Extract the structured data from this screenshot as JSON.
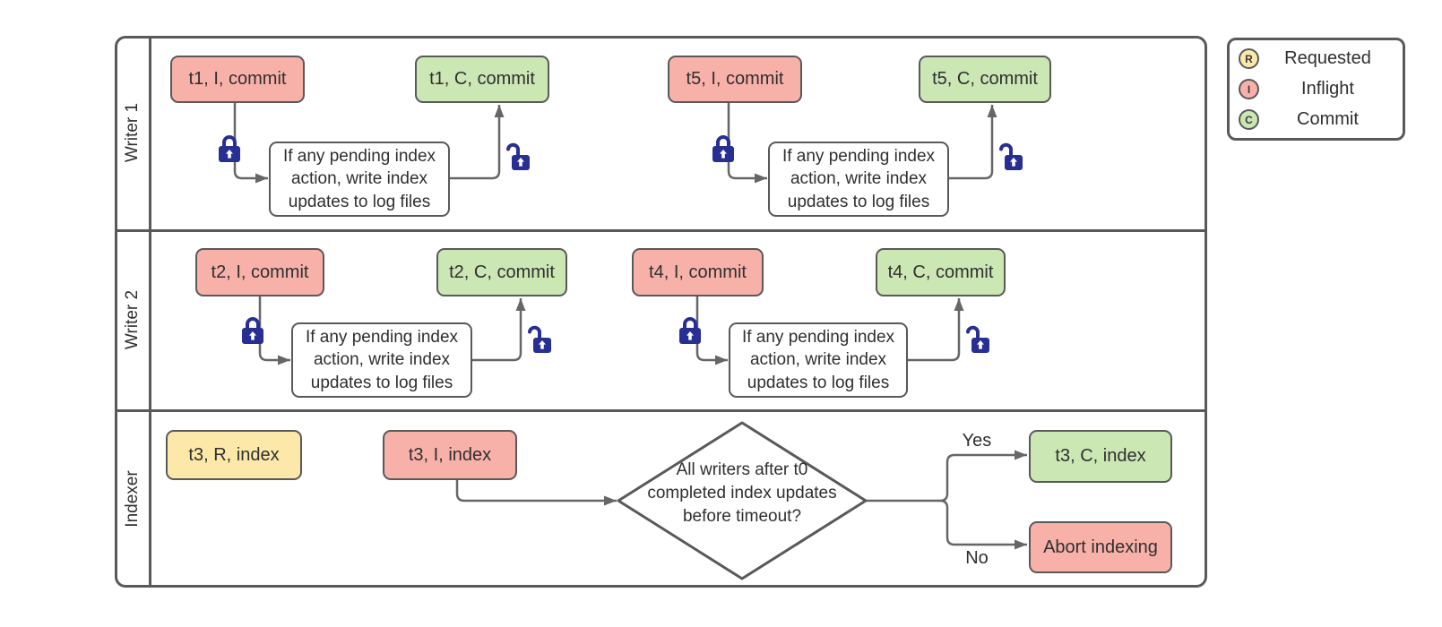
{
  "lanes": [
    {
      "label": "Writer 1"
    },
    {
      "label": "Writer 2"
    },
    {
      "label": "Indexer"
    }
  ],
  "process_note_lines": [
    "If any pending index",
    "action, write index",
    "updates to log files"
  ],
  "nodes": {
    "t1_inflight": "t1, I, commit",
    "t1_commit": "t1, C, commit",
    "t5_inflight": "t5, I, commit",
    "t5_commit": "t5, C, commit",
    "t2_inflight": "t2, I, commit",
    "t2_commit": "t2, C, commit",
    "t4_inflight": "t4, I, commit",
    "t4_commit": "t4, C, commit",
    "t3_requested": "t3, R, index",
    "t3_inflight": "t3, I, index",
    "t3_commit": "t3, C, index",
    "abort": "Abort indexing"
  },
  "decision": {
    "text_lines": [
      "All writers after t0",
      "completed index updates",
      "before timeout?"
    ],
    "yes": "Yes",
    "no": "No"
  },
  "legend": {
    "items": [
      {
        "badge": "R",
        "label": "Requested",
        "color": "#fce9a9"
      },
      {
        "badge": "I",
        "label": "Inflight",
        "color": "#f8b1a9"
      },
      {
        "badge": "C",
        "label": "Commit",
        "color": "#cbe7b4"
      }
    ]
  },
  "colors": {
    "inflight_fill": "#f8b1a9",
    "commit_fill": "#cbe7b4",
    "requested_fill": "#fce9a9",
    "shape_border": "#595959",
    "connector": "#666666",
    "lock_blue": "#282f93"
  }
}
